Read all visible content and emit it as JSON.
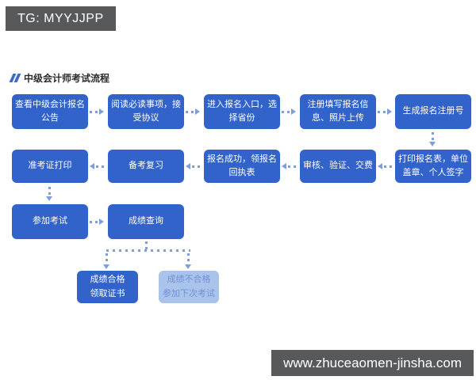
{
  "badges": {
    "tg_label": "TG: MYYJJPP",
    "site_label": "www.zhuceaomen-jinsha.com"
  },
  "title": "中级会计师考试流程",
  "colors": {
    "box_blue": "#3263ca",
    "light_box_bg": "#aac3eb",
    "light_box_text": "#6e92d9",
    "arrow_blue": "#7e9ddd",
    "badge_gray": "#58595b"
  },
  "flow": {
    "rows": [
      {
        "nodes": [
          {
            "label": "查看中级会计报名公告"
          },
          {
            "label": "阅读必读事项，接受协议"
          },
          {
            "label": "进入报名入口，选择省份"
          },
          {
            "label": "注册填写报名信息、照片上传"
          },
          {
            "label": "生成报名注册号"
          }
        ]
      },
      {
        "nodes": [
          {
            "label": "准考证打印"
          },
          {
            "label": "备考复习"
          },
          {
            "label": "报名成功，领报名回执表"
          },
          {
            "label": "审核、验证、交费"
          },
          {
            "label": "打印报名表，单位盖章、个人签字"
          }
        ]
      },
      {
        "nodes": [
          {
            "label": "参加考试"
          },
          {
            "label": "成绩查询"
          }
        ]
      },
      {
        "nodes": [
          {
            "label": "成绩合格\n领取证书"
          },
          {
            "label": "成绩不合格\n参加下次考试"
          }
        ]
      }
    ]
  }
}
